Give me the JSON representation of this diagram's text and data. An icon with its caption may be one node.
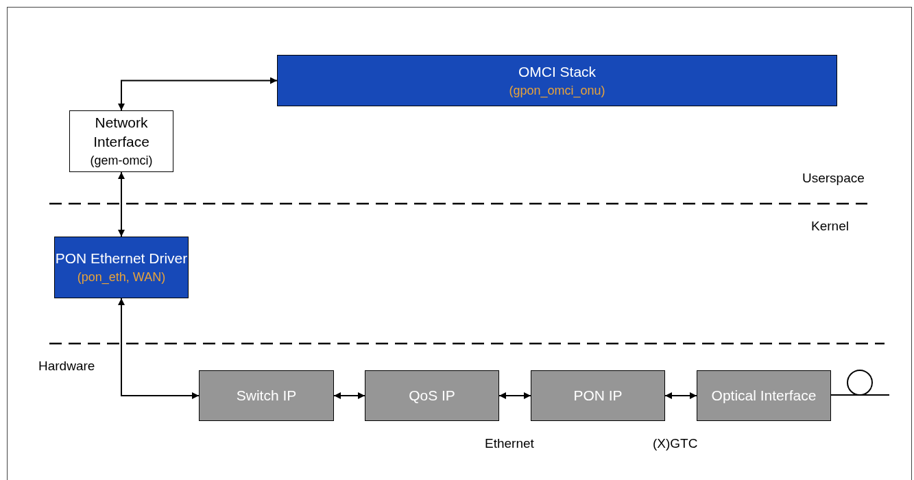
{
  "diagram": {
    "nodes": [
      {
        "text": [
          "OMCI Stack",
          "(gpon_omci_onu)"
        ]
      },
      {
        "text": [
          "Network Interface",
          "(gem-omci)"
        ]
      },
      {
        "text": [
          "PON Ethernet Driver",
          "(pon_eth, WAN)"
        ]
      },
      {
        "text": [
          "Switch IP"
        ]
      },
      {
        "text": [
          "QoS IP"
        ]
      },
      {
        "text": [
          "PON IP"
        ]
      },
      {
        "text": [
          "Optical Interface"
        ]
      }
    ],
    "edges": [
      {
        "from": 1,
        "to": 0,
        "arrow": "both"
      },
      {
        "from": 1,
        "to": 2,
        "arrow": "both"
      },
      {
        "from": 2,
        "to": 3,
        "arrow": "both"
      },
      {
        "from": 3,
        "to": 4,
        "arrow": "both"
      },
      {
        "from": 4,
        "to": 5,
        "arrow": "both"
      },
      {
        "from": 5,
        "to": 6,
        "arrow": "both"
      }
    ],
    "labels": [
      "Userspace",
      "Kernel",
      "Hardware",
      "Ethernet",
      "(X)GTC"
    ]
  }
}
